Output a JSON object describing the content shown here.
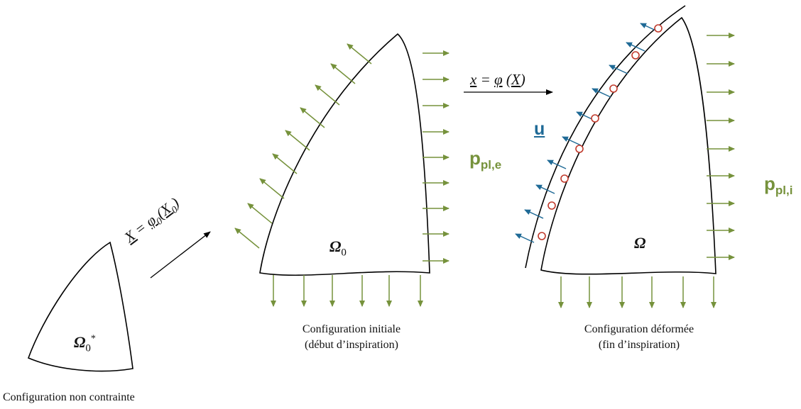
{
  "captions": {
    "unconstrained": "Configuration non contrainte",
    "initial_line1": "Configuration initiale",
    "initial_line2": "(début d’inspiration)",
    "deformed_line1": "Configuration déformée",
    "deformed_line2": "(fin d’inspiration)"
  },
  "domains": {
    "unconstrained": {
      "symbol": "Ω",
      "sub": "0",
      "sup": "*"
    },
    "initial": {
      "symbol": "Ω",
      "sub": "0"
    },
    "deformed": {
      "symbol": "Ω"
    }
  },
  "mappings": {
    "first": {
      "lhs": "X",
      "eq": " = ",
      "fn": "φ",
      "fn_sub": "0",
      "arg": "X",
      "arg_sub": "0"
    },
    "second": {
      "lhs": "x",
      "eq": " = ",
      "fn": "φ",
      "arg": "X"
    }
  },
  "loads": {
    "p_external": {
      "symbol": "p",
      "sub": "pl,e"
    },
    "p_internal": {
      "symbol": "p",
      "sub": "pl,i"
    },
    "displacement": "u"
  },
  "colors": {
    "pressure_arrows": "#76923c",
    "displacement_arrows": "#1f6a96",
    "nodes": "#c0392b",
    "outline": "#000000"
  }
}
